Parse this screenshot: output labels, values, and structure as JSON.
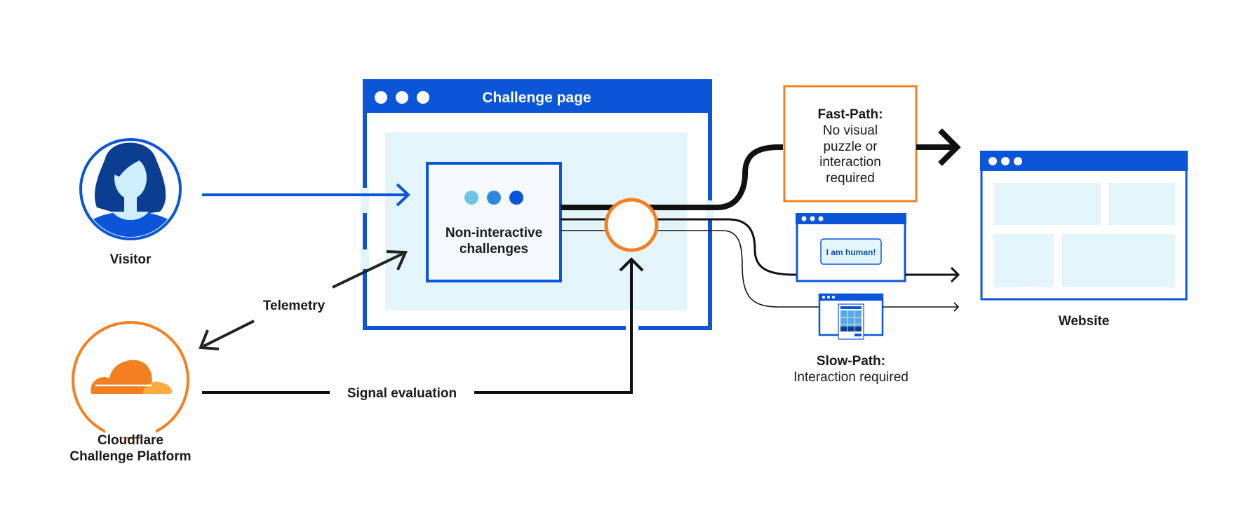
{
  "labels": {
    "challenge_page_title": "Challenge page",
    "challenge_box": [
      "Non-interactive",
      "challenges"
    ],
    "visitor": "Visitor",
    "telemetry": "Telemetry",
    "signal_evaluation": "Signal evaluation",
    "platform": [
      "Cloudflare",
      "Challenge Platform"
    ],
    "fast_path_title": "Fast-Path:",
    "fast_path_lines": [
      "No visual",
      "puzzle or",
      "interaction",
      "required"
    ],
    "human_button": "I am human!",
    "slow_path_title": "Slow-Path:",
    "slow_path_text": "Interaction required",
    "website": "Website"
  },
  "icons": {
    "visitor": "person-avatar-icon",
    "platform": "cloudflare-cloud-icon",
    "puzzle": "visual-puzzle-icon"
  },
  "colors": {
    "blue": "#0a55d8",
    "dark_blue": "#0b3d91",
    "light_blue": "#e3f4fa",
    "orange": "#f38020",
    "black": "#111111"
  }
}
